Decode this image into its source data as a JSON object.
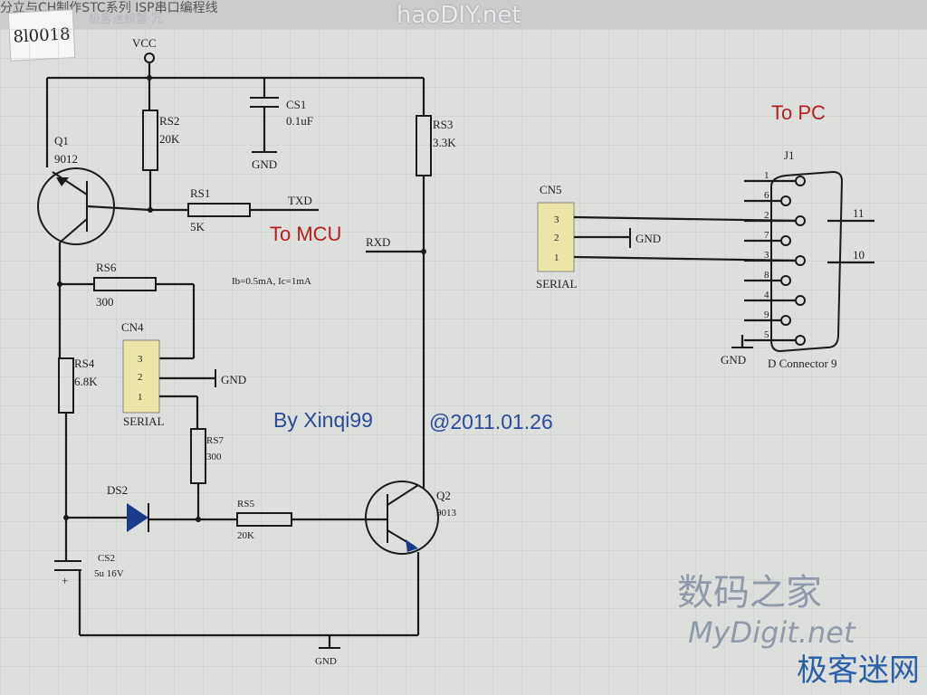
{
  "header": {
    "title_fragment": "分立与CH制作STC系列 ISP串口编程线",
    "stamp": "8l0018",
    "site_watermark": "极客迷螃蟹·冗",
    "logo": "haoDIY.net"
  },
  "labels": {
    "vcc": "VCC",
    "q1_ref": "Q1",
    "q1_val": "9012",
    "rs2_ref": "RS2",
    "rs2_val": "20K",
    "cs1_ref": "CS1",
    "cs1_val": "0.1uF",
    "cs1_gnd": "GND",
    "rs3_ref": "RS3",
    "rs3_val": "3.3K",
    "rs1_ref": "RS1",
    "rs1_val": "5K",
    "txd": "TXD",
    "rxd": "RXD",
    "to_mcu": "To MCU",
    "bias_note": "Ib=0.5mA, Ic=1mA",
    "rs6_ref": "RS6",
    "rs6_val": "300",
    "cn4_ref": "CN4",
    "cn4_pins": [
      "3",
      "2",
      "1"
    ],
    "cn4_name": "SERIAL",
    "cn4_gnd": "GND",
    "rs4_ref": "RS4",
    "rs4_val": "6.8K",
    "rs7_ref": "RS7",
    "rs7_val": "300",
    "ds2_ref": "DS2",
    "rs5_ref": "RS5",
    "rs5_val": "20K",
    "q2_ref": "Q2",
    "q2_val": "9013",
    "cs2_ref": "CS2",
    "cs2_val": "5u 16V",
    "cs2_plus": "+",
    "bottom_gnd": "GND",
    "author": "By Xinqi99",
    "date": "@2011.01.26",
    "to_pc": "To PC",
    "cn5_ref": "CN5",
    "cn5_pins": [
      "3",
      "2",
      "1"
    ],
    "cn5_name": "SERIAL",
    "cn5_gnd": "GND",
    "j1_ref": "J1",
    "j1_pins": [
      "1",
      "6",
      "2",
      "7",
      "3",
      "8",
      "4",
      "9",
      "5"
    ],
    "j1_out_top": "11",
    "j1_out_bottom": "10",
    "j1_gnd": "GND",
    "j1_name": "D Connector 9"
  },
  "watermarks": {
    "cn_site": "数码之家",
    "en_site": "MyDigit.net",
    "corner": "极客迷网"
  }
}
